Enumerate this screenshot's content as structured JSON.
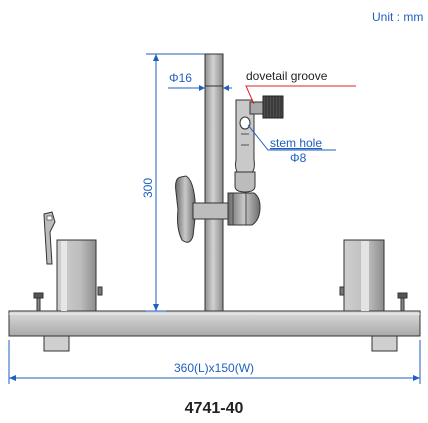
{
  "unit_label": "Unit : mm",
  "model": "4741-40",
  "labels": {
    "rod_diameter": "Φ16",
    "groove": "dovetail groove",
    "stem_hole": "stem hole",
    "stem_hole_diameter": "Φ8",
    "height": "300",
    "base_size": "360(L)x150(W)"
  },
  "colors": {
    "dimension": "#1f5fbf",
    "groove_leader": "#e0202a",
    "metal_light": "#d9d9d9",
    "metal_mid": "#a8a8a8",
    "metal_dark": "#5a5a5a",
    "outline": "#333333"
  }
}
